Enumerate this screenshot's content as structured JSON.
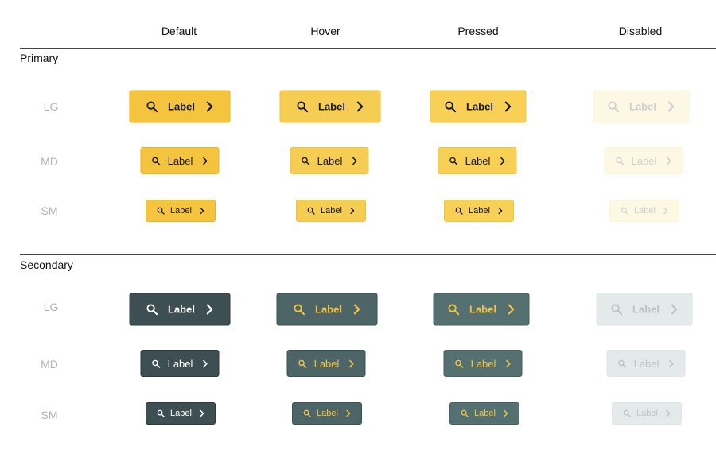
{
  "columns": {
    "default": "Default",
    "hover": "Hover",
    "pressed": "Pressed",
    "disabled": "Disabled"
  },
  "sections": {
    "primary": "Primary",
    "secondary": "Secondary"
  },
  "sizes": {
    "lg": "LG",
    "md": "MD",
    "sm": "SM"
  },
  "button": {
    "label": "Label",
    "leading_icon": "search-icon",
    "trailing_icon": "chevron-right-icon"
  },
  "colors": {
    "primary_default": "#f4c43f",
    "primary_hover": "#f6cd53",
    "primary_pressed": "#f7d055",
    "primary_disabled": "#fdf8e4",
    "secondary_default": "#3d4f52",
    "secondary_hover": "#4d6567",
    "secondary_pressed": "#557071",
    "secondary_disabled": "#e4eaea",
    "secondary_hover_text": "#f4c43f"
  }
}
